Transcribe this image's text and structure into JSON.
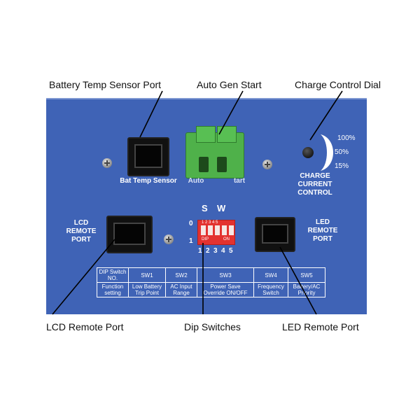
{
  "callouts": {
    "battery_temp_sensor_port": "Battery Temp Sensor Port",
    "auto_gen_start": "Auto Gen Start",
    "charge_control_dial": "Charge Control Dial",
    "lcd_remote_port": "LCD Remote Port",
    "dip_switches": "Dip Switches",
    "led_remote_port": "LED Remote Port"
  },
  "panel": {
    "bat_temp_sensor": "Bat Temp Sensor",
    "auto_gen_start_partial_left": "Auto",
    "auto_gen_start_partial_right": "tart",
    "lcd_remote_port_line1": "LCD",
    "lcd_remote_port_line2": "REMOTE",
    "lcd_remote_port_line3": "PORT",
    "led_remote_port_line1": "LED",
    "led_remote_port_line2": "REMOTE",
    "led_remote_port_line3": "PORT",
    "charge_levels": [
      "100%",
      "50%",
      "15%"
    ],
    "charge_current_control_line1": "CHARGE",
    "charge_current_control_line2": "CURRENT",
    "charge_current_control_line3": "CONTROL",
    "sw_letters": [
      "S",
      "W"
    ],
    "dip_state_0": "0",
    "dip_state_1": "1",
    "dip_top_numbers": "1 2 3 4 5",
    "dip_text": "DIP",
    "dip_on": "ON",
    "dip_bottom_numbers": [
      "1",
      "2",
      "3",
      "4",
      "5"
    ]
  },
  "table": {
    "header": [
      "DIP Switch NO.",
      "SW1",
      "SW2",
      "SW3",
      "SW4",
      "SW5"
    ],
    "row": [
      "Function setting",
      "Low Battery Trip Point",
      "AC Input Range",
      "Power Save Override ON/OFF",
      "Frequency Switch",
      "Battery/AC Priority"
    ]
  }
}
